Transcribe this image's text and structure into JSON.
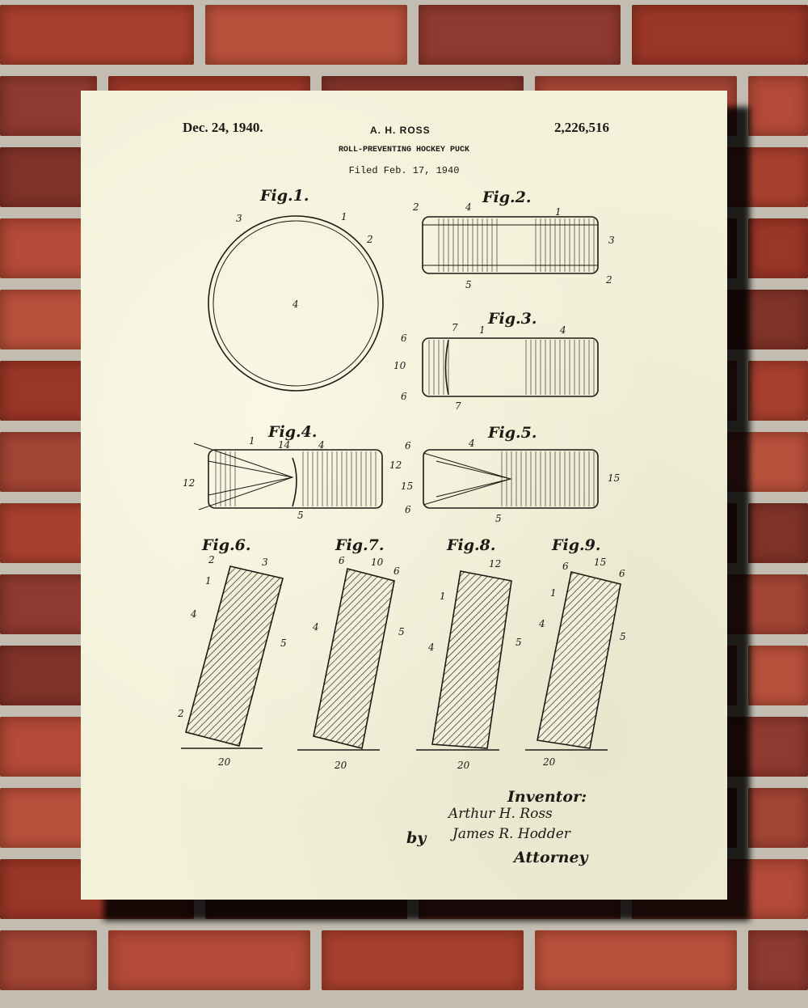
{
  "patent": {
    "date": "Dec. 24, 1940.",
    "inventor": "A. H. ROSS",
    "number": "2,226,516",
    "title": "ROLL-PREVENTING HOCKEY PUCK",
    "filed": "Filed Feb. 17, 1940"
  },
  "figures": {
    "f1": {
      "title": "Fig.1.",
      "callouts": [
        "3",
        "1",
        "2",
        "4"
      ]
    },
    "f2": {
      "title": "Fig.2.",
      "callouts": [
        "2",
        "4",
        "1",
        "3",
        "5",
        "2"
      ]
    },
    "f3": {
      "title": "Fig.3.",
      "callouts": [
        "7",
        "1",
        "4",
        "6",
        "10",
        "6",
        "7"
      ]
    },
    "f4": {
      "title": "Fig.4.",
      "callouts": [
        "1",
        "14",
        "4",
        "12",
        "12",
        "5"
      ]
    },
    "f5": {
      "title": "Fig.5.",
      "callouts": [
        "6",
        "4",
        "15",
        "6",
        "15",
        "5"
      ]
    },
    "f6": {
      "title": "Fig.6.",
      "callouts": [
        "2",
        "3",
        "1",
        "4",
        "5",
        "2",
        "20"
      ]
    },
    "f7": {
      "title": "Fig.7.",
      "callouts": [
        "6",
        "10",
        "6",
        "4",
        "5",
        "20"
      ]
    },
    "f8": {
      "title": "Fig.8.",
      "callouts": [
        "12",
        "1",
        "4",
        "5",
        "20"
      ]
    },
    "f9": {
      "title": "Fig.9.",
      "callouts": [
        "6",
        "15",
        "6",
        "1",
        "4",
        "5",
        "20"
      ]
    }
  },
  "signature": {
    "inventor_label": "Inventor:",
    "inventor_name": "Arthur H. Ross",
    "by": "by",
    "attorney_name": "James R. Hodder",
    "attorney_label": "Attorney"
  },
  "colors": {
    "paper": "#f2f1d9",
    "ink": "#1c1a14",
    "brick": "#a8402f"
  }
}
